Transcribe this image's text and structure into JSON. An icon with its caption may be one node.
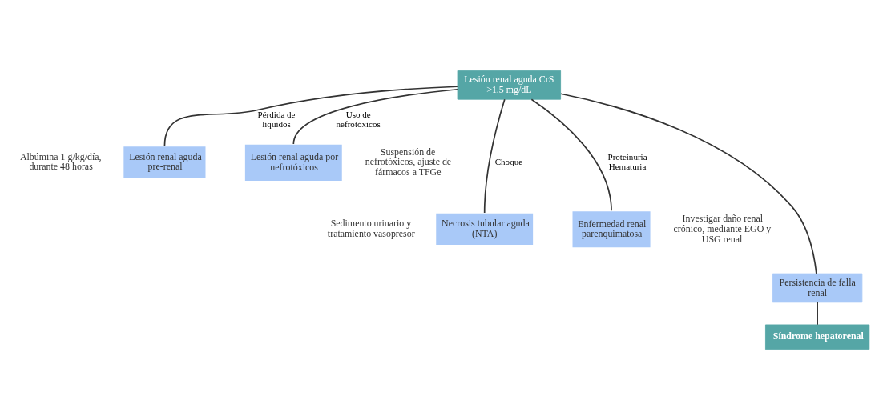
{
  "diagram": {
    "nodes": [
      {
        "text": [
          "Lesión renal aguda CrS >1.5 mg/dL"
        ]
      },
      {
        "text": [
          "Lesión renal aguda pre-renal"
        ],
        "beside": [
          "Albúmina 1 g/kg/día, durante 48 horas"
        ]
      },
      {
        "text": [
          "Lesión renal aguda por nefrotóxicos"
        ],
        "beside": [
          "Suspensión de nefrotóxicos, ajuste de fármacos a TFGe"
        ]
      },
      {
        "text": [
          "Necrosis tubular aguda (NTA)"
        ],
        "beside": [
          "Sedimento urinario y tratamiento vasopresor"
        ]
      },
      {
        "text": [
          "Enfermedad renal parenquimatosa"
        ],
        "beside": [
          "Investigar daño renal crónico, mediante EGO y USG renal"
        ]
      },
      {
        "text": [
          "Persistencia de falla renal"
        ]
      },
      {
        "text": [
          "Síndrome hepatorenal"
        ]
      }
    ],
    "edges": [
      {
        "from": 0,
        "to": 1,
        "arrow": "none",
        "label": "Pérdida de líquidos"
      },
      {
        "from": 0,
        "to": 2,
        "arrow": "none",
        "label": "Uso de nefrotóxicos"
      },
      {
        "from": 0,
        "to": 3,
        "arrow": "none",
        "label": "Choque"
      },
      {
        "from": 0,
        "to": 4,
        "arrow": "none",
        "label": "Proteinuria Hematuria"
      },
      {
        "from": 0,
        "to": 5,
        "arrow": "none"
      },
      {
        "from": 5,
        "to": 6,
        "arrow": "none"
      }
    ]
  }
}
